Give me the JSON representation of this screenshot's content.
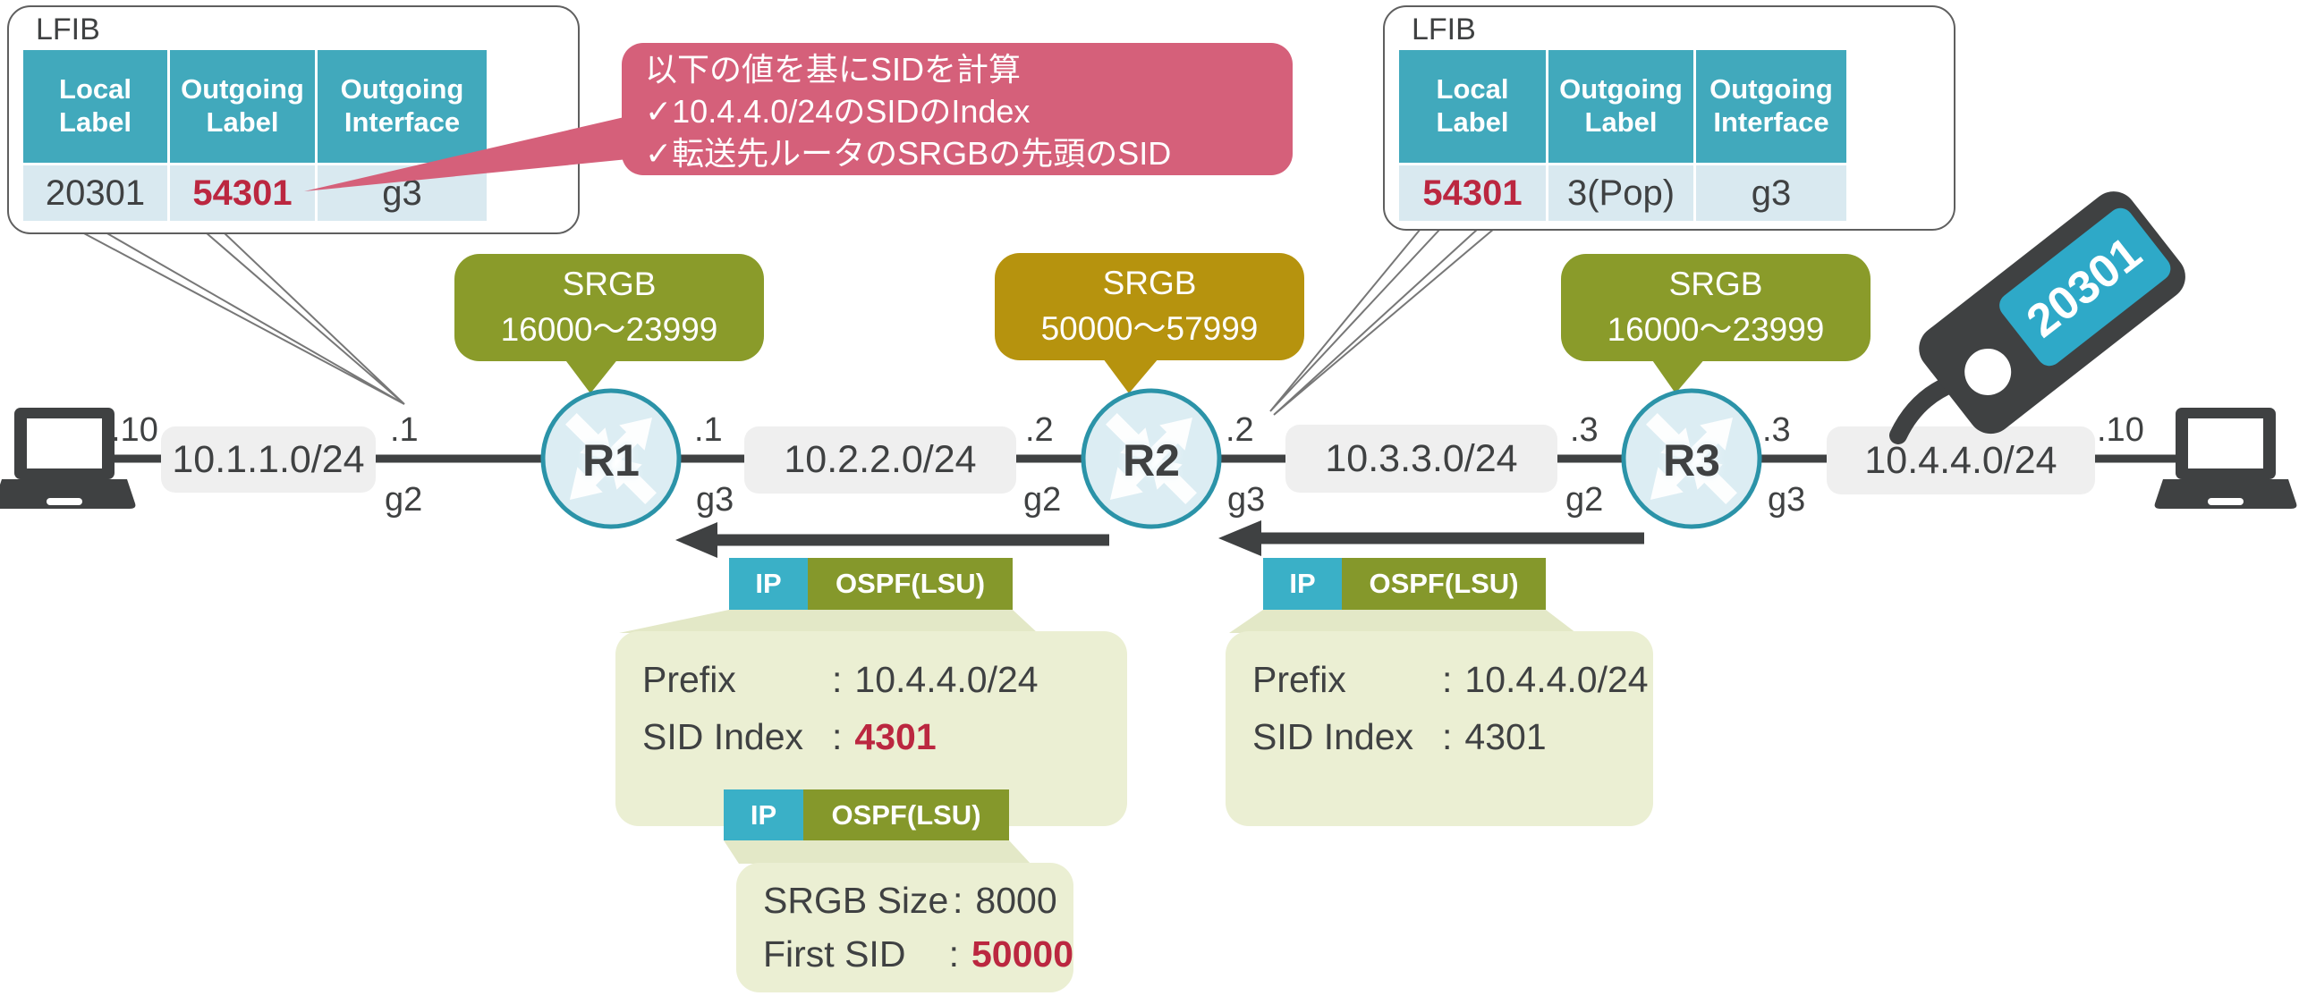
{
  "lfib_left": {
    "title": "LFIB",
    "columns": [
      "Local Label",
      "Outgoing Label",
      "Outgoing Interface"
    ],
    "row": [
      "20301",
      "54301",
      "g3"
    ]
  },
  "lfib_right": {
    "title": "LFIB",
    "columns": [
      "Local Label",
      "Outgoing Label",
      "Outgoing Interface"
    ],
    "row": [
      "54301",
      "3(Pop)",
      "g3"
    ]
  },
  "note": {
    "line1": "以下の値を基にSIDを計算",
    "line2": "✓10.4.4.0/24のSIDのIndex",
    "line3": "✓転送先ルータのSRGBの先頭のSID"
  },
  "srgb": {
    "r1": {
      "title": "SRGB",
      "range": "16000〜23999"
    },
    "r2": {
      "title": "SRGB",
      "range": "50000〜57999"
    },
    "r3": {
      "title": "SRGB",
      "range": "16000〜23999"
    }
  },
  "tag": {
    "label": "20301"
  },
  "routers": {
    "r1": "R1",
    "r2": "R2",
    "r3": "R3"
  },
  "links": {
    "l1": "10.1.1.0/24",
    "l2": "10.2.2.0/24",
    "l3": "10.3.3.0/24",
    "l4": "10.4.4.0/24"
  },
  "iflabels": {
    "host_left": ".10",
    "host_right": ".10",
    "r1_left_ip": ".1",
    "r1_left_if": "g2",
    "r1_right_ip": ".1",
    "r1_right_if": "g3",
    "r2_left_ip": ".2",
    "r2_left_if": "g2",
    "r2_right_ip": ".2",
    "r2_right_if": "g3",
    "r3_left_ip": ".3",
    "r3_left_if": "g2",
    "r3_right_ip": ".3",
    "r3_right_if": "g3"
  },
  "packet_r2_to_r1": {
    "chip_ip": "IP",
    "chip_proto": "OSPF(LSU)",
    "row1_label": "Prefix",
    "row1_sep": ":",
    "row1_value": "10.4.4.0/24",
    "row2_label": "SID Index",
    "row2_sep": ":",
    "row2_value": "4301"
  },
  "packet_r3_to_r2": {
    "chip_ip": "IP",
    "chip_proto": "OSPF(LSU)",
    "row1_label": "Prefix",
    "row1_sep": ":",
    "row1_value": "10.4.4.0/24",
    "row2_label": "SID Index",
    "row2_sep": ":",
    "row2_value": "4301"
  },
  "packet_srgb": {
    "chip_ip": "IP",
    "chip_proto": "OSPF(LSU)",
    "row1_label": "SRGB Size",
    "row1_sep": ":",
    "row1_value": "8000",
    "row2_label": "First SID",
    "row2_sep": ":",
    "row2_value": "50000"
  },
  "colors": {
    "table_header_teal": "#41A9BC",
    "table_row_blue": "#D9E9F0",
    "value_red": "#BB2740",
    "note_pink": "#D5607A",
    "srgb_olive": "#8A9B2A",
    "srgb_gold": "#B6930E",
    "packet_body_green": "#EBEFD3",
    "chip_ip_teal": "#3AB0C7",
    "chip_proto_olive": "#85982B",
    "dark_gray": "#3F4142",
    "link_label_gray": "#EFEFEF",
    "tag_teal": "#2EA9C8"
  }
}
